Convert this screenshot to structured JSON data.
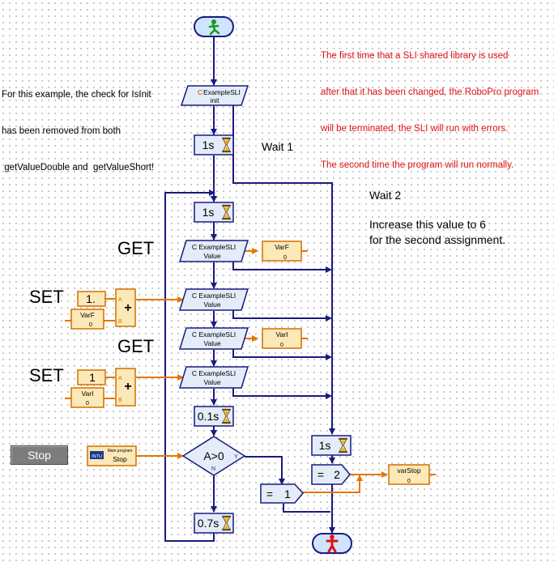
{
  "notes": {
    "red_lines": [
      "The first time that a SLI shared library is used",
      "after that it has been changed, the RoboPro program",
      "will be terminated, the SLI will run with errors.",
      "The second time the program will run normally."
    ],
    "left_lines": [
      "For this example, the check for IsInit",
      "has been removed from both",
      " getValueDouble and  getValueShort!"
    ]
  },
  "labels": {
    "wait1": "Wait 1",
    "wait2": "Wait 2",
    "increase_1": "Increase this value to 6",
    "increase_2": "for the second assignment.",
    "get1": "GET",
    "get2": "GET",
    "set1": "SET",
    "set2": "SET"
  },
  "stop_button": "Stop",
  "blocks": {
    "sli_init": {
      "line1": "ExampleSLI",
      "line2": "init",
      "prefix": "C"
    },
    "wait1s_a": "1s",
    "wait1s_b": "1s",
    "sli_get1": {
      "line1": "C ExampleSLI",
      "line2": "Value"
    },
    "var_f_out": {
      "name": "VarF",
      "value": "0"
    },
    "sli_set1": {
      "line1": "C ExampleSLI",
      "line2": "Value"
    },
    "const_1dot": "1.",
    "var_f_in": {
      "name": "VarF",
      "value": "0"
    },
    "sli_get2": {
      "line1": "C ExampleSLI",
      "line2": "Value"
    },
    "var_i_out": {
      "name": "VarI",
      "value": "0"
    },
    "sli_set2": {
      "line1": "C ExampleSLI",
      "line2": "Value"
    },
    "const_1": "1",
    "var_i_in": {
      "name": "VarI",
      "value": "0"
    },
    "wait_01s": "0.1s",
    "branch": {
      "cond": "A>0",
      "yes": "Y",
      "no": "N"
    },
    "wait_07s": "0.7s",
    "main_program": {
      "tag": "Main program",
      "label": "Stop",
      "icon": "INTU"
    },
    "assign1": {
      "op": "=",
      "val": "1"
    },
    "wait1s_c": "1s",
    "assign2": {
      "op": "=",
      "val": "2"
    },
    "var_stop": {
      "name": "varStop",
      "value": "0"
    },
    "plus_a": "A",
    "plus_b": "B",
    "plus_sign": "+"
  },
  "colors": {
    "flow": "#1a1a80",
    "data": "#e07800",
    "block_fill": "#e3ecf8",
    "block_stroke": "#1a1a80",
    "var_fill": "#fde8b8",
    "var_stroke": "#d07000",
    "note_red": "#e01010",
    "start_fill": "#cfe4ff"
  },
  "icons": {
    "start": "green-running-man-icon",
    "stop": "red-stop-man-icon",
    "hourglass": "hourglass-icon"
  }
}
